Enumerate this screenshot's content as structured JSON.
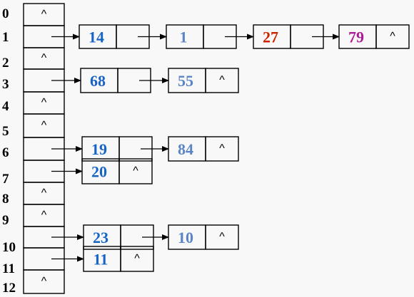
{
  "colors": {
    "blue": "#1763c6",
    "steel": "#5b84c4",
    "red": "#cc2200",
    "magenta": "#aa1c98",
    "outline": "#000000"
  },
  "null_symbol": "^",
  "table": {
    "indices": [
      "0",
      "1",
      "2",
      "3",
      "4",
      "5",
      "6",
      "7",
      "8",
      "9",
      "10",
      "11",
      "12"
    ],
    "slots": [
      {
        "index": "0",
        "chain": []
      },
      {
        "index": "1",
        "chain": [
          {
            "key": "14",
            "color": "blue"
          },
          {
            "key": "1",
            "color": "steel"
          },
          {
            "key": "27",
            "color": "red"
          },
          {
            "key": "79",
            "color": "magenta"
          }
        ]
      },
      {
        "index": "2",
        "chain": []
      },
      {
        "index": "3",
        "chain": [
          {
            "key": "68",
            "color": "blue"
          },
          {
            "key": "55",
            "color": "steel"
          }
        ]
      },
      {
        "index": "4",
        "chain": []
      },
      {
        "index": "5",
        "chain": []
      },
      {
        "index": "6",
        "chain": [
          {
            "key": "19",
            "color": "blue"
          },
          {
            "key": "84",
            "color": "steel"
          }
        ]
      },
      {
        "index": "7",
        "chain": [
          {
            "key": "20",
            "color": "blue"
          }
        ]
      },
      {
        "index": "8",
        "chain": []
      },
      {
        "index": "9",
        "chain": []
      },
      {
        "index": "10",
        "chain": [
          {
            "key": "23",
            "color": "blue"
          },
          {
            "key": "10",
            "color": "steel"
          }
        ]
      },
      {
        "index": "11",
        "chain": [
          {
            "key": "11",
            "color": "blue"
          }
        ]
      },
      {
        "index": "12",
        "chain": []
      }
    ]
  }
}
